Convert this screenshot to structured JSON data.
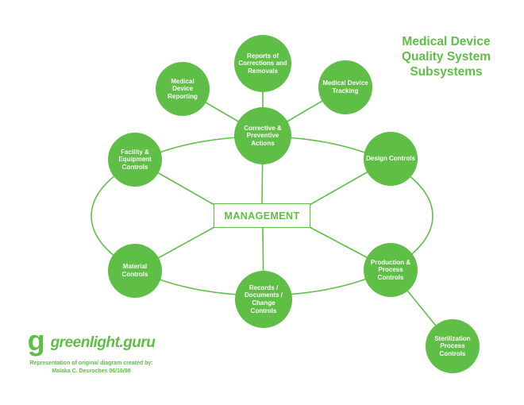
{
  "colors": {
    "green": "#5fbe46",
    "white": "#ffffff"
  },
  "title": [
    "Medical Device",
    "Quality System",
    "Subsystems"
  ],
  "center": {
    "label": "MANAGEMENT"
  },
  "nodes": {
    "reports": {
      "label": [
        "Reports of",
        "Corrections and",
        "Removals"
      ]
    },
    "medical_device_reporting": {
      "label": [
        "Medical",
        "Device",
        "Reporting"
      ]
    },
    "medical_device_tracking": {
      "label": [
        "Medical Device",
        "Tracking"
      ]
    },
    "capa": {
      "label": [
        "Corrective &",
        "Preventive",
        "Actions"
      ]
    },
    "facility": {
      "label": [
        "Facility &",
        "Equipment",
        "Controls"
      ]
    },
    "design": {
      "label": [
        "Design Controls"
      ]
    },
    "material": {
      "label": [
        "Material",
        "Controls"
      ]
    },
    "records": {
      "label": [
        "Records /",
        "Documents /",
        "Change",
        "Controls"
      ]
    },
    "production": {
      "label": [
        "Production &",
        "Process",
        "Controls"
      ]
    },
    "sterilization": {
      "label": [
        "Sterilization",
        "Process",
        "Controls"
      ]
    }
  },
  "branding": {
    "logo_mark": "g",
    "brand_name": "greenlight.guru",
    "attribution": [
      "Representation of original diagram created by:",
      "Malaka C. Desroches 06/16/98"
    ]
  }
}
